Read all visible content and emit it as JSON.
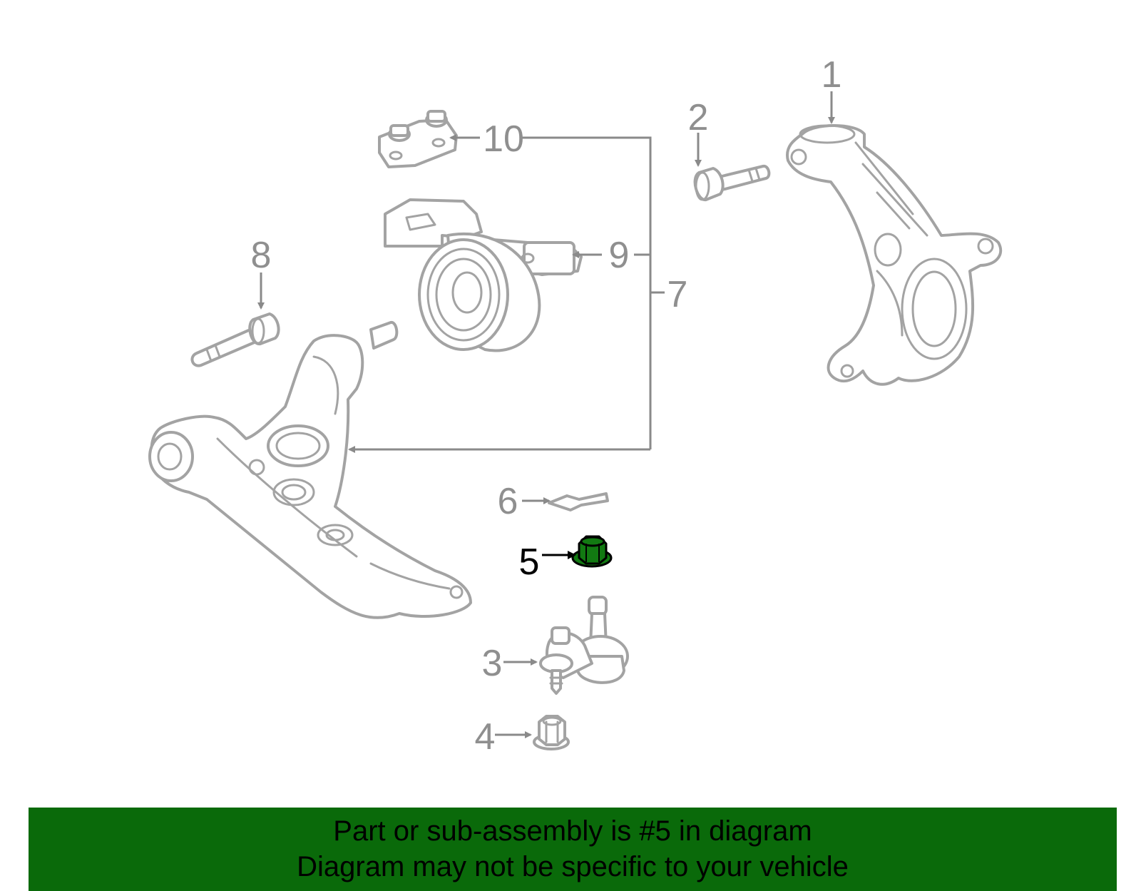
{
  "callouts": {
    "c1": "1",
    "c2": "2",
    "c3": "3",
    "c4": "4",
    "c5": "5",
    "c6": "6",
    "c7": "7",
    "c8": "8",
    "c9": "9",
    "c10": "10"
  },
  "highlighted_part": "5",
  "colors": {
    "banner_bg": "#0a6a0a",
    "highlight_part": "#127a12",
    "part_outline": "#a3a3a3",
    "callout_text": "#8f8f8f"
  },
  "banner": {
    "line1": "Part or sub-assembly is #5 in diagram",
    "line2": "Diagram may not be specific to your vehicle"
  }
}
